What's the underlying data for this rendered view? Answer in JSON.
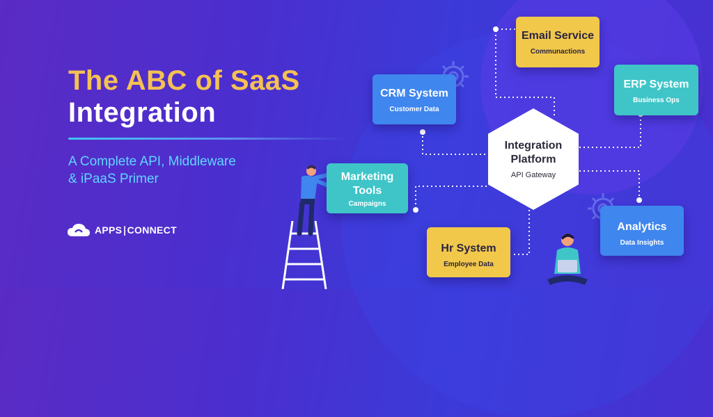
{
  "title": {
    "line1": "The ABC of SaaS",
    "line2": "Integration"
  },
  "subtitle": {
    "line1": "A Complete API, Middleware",
    "line2": "& iPaaS Primer"
  },
  "logo": {
    "text": "APPS∣CONNECT"
  },
  "hub": {
    "line1": "Integration",
    "line2": "Platform",
    "caption": "API Gateway"
  },
  "systems": {
    "email": {
      "title": "Email Service",
      "caption": "Communactions"
    },
    "crm": {
      "title": "CRM System",
      "caption": "Customer Data"
    },
    "erp": {
      "title": "ERP System",
      "caption": "Business Ops"
    },
    "marketing": {
      "title_line1": "Marketing",
      "title_line2": "Tools",
      "caption": "Campaigns"
    },
    "analytics": {
      "title": "Analytics",
      "caption": "Data Insights"
    },
    "hr": {
      "title": "Hr System",
      "caption": "Employee Data"
    }
  },
  "colors": {
    "yellow": "#f1c84a",
    "blue": "#3f86ee",
    "teal": "#3fc5c8",
    "accent": "#5fd6ff",
    "title_gold": "#f5c152"
  },
  "icons": [
    "gear-icon",
    "appsconnect-cloud-logo-icon",
    "person-on-ladder-illustration",
    "person-with-laptop-illustration"
  ]
}
